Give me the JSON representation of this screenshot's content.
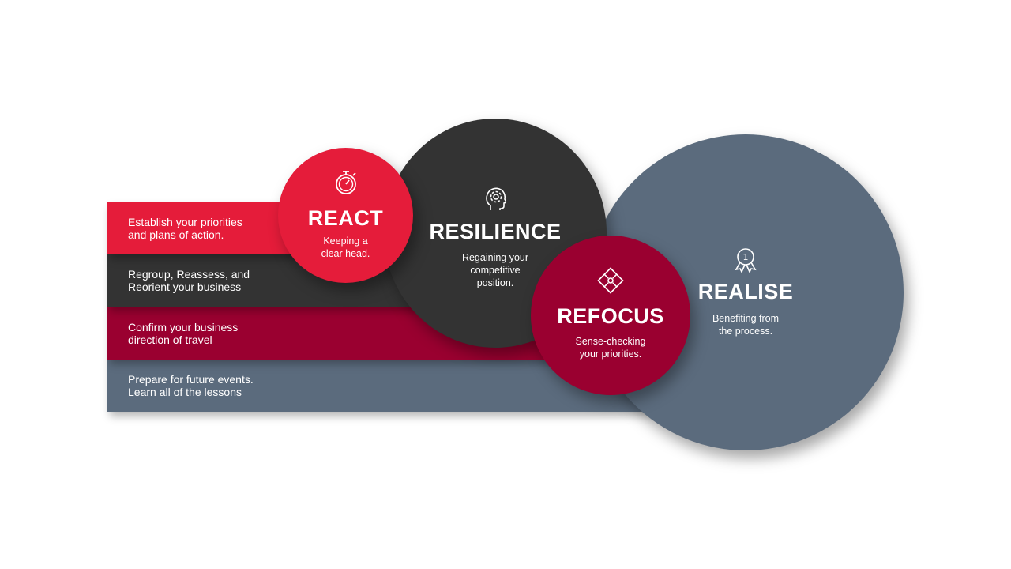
{
  "colors": {
    "red": "#e51c3a",
    "dark": "#333333",
    "crimson": "#9a0030",
    "slate": "#5b6b7d",
    "white": "#ffffff"
  },
  "bands": [
    {
      "text": "Establish your priorities\nand plans of action.",
      "color": "#e51c3a"
    },
    {
      "text": "Regroup, Reassess, and\nReorient your business",
      "color": "#333333"
    },
    {
      "text": "Confirm your business\ndirection of travel",
      "color": "#9a0030"
    },
    {
      "text": "Prepare for future events.\nLearn all of the lessons",
      "color": "#5b6b7d"
    }
  ],
  "circles": {
    "react": {
      "title": "REACT",
      "desc": "Keeping a\nclear head.",
      "icon": "stopwatch-icon",
      "color": "#e51c3a"
    },
    "resilience": {
      "title": "RESILIENCE",
      "desc": "Regaining your\ncompetitive\nposition.",
      "icon": "head-gear-icon",
      "color": "#333333"
    },
    "refocus": {
      "title": "REFOCUS",
      "desc": "Sense-checking\nyour priorities.",
      "icon": "puzzle-icon",
      "color": "#9a0030"
    },
    "realise": {
      "title": "REALISE",
      "desc": "Benefiting from\nthe process.",
      "icon": "award-ribbon-icon",
      "color": "#5b6b7d"
    }
  }
}
